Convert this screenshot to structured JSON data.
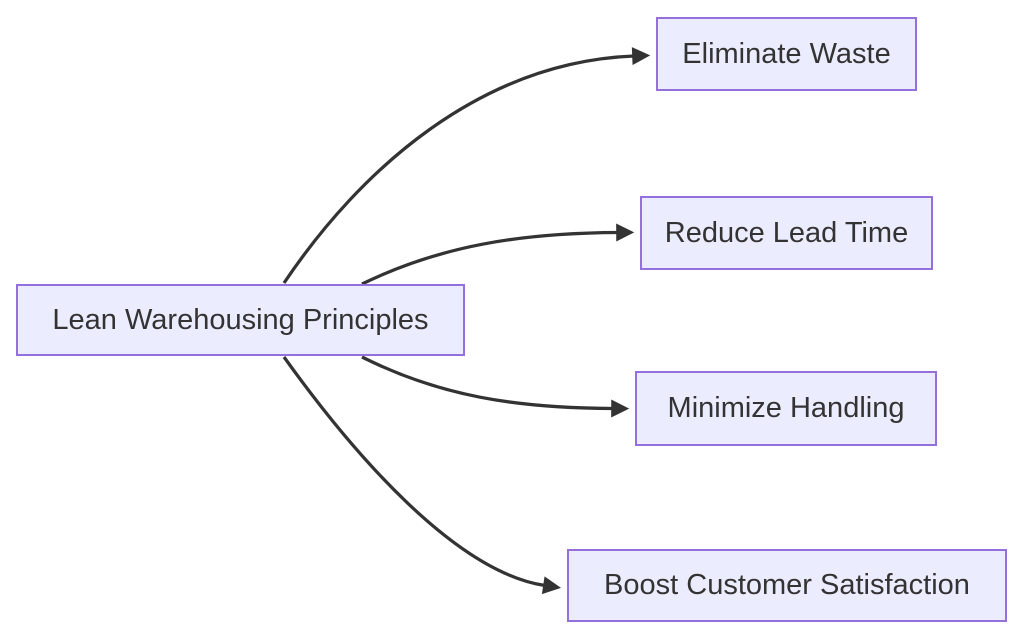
{
  "diagram": {
    "type": "flowchart",
    "direction": "left-to-right",
    "root": {
      "id": "root",
      "label": "Lean Warehousing Principles"
    },
    "children": [
      {
        "id": "waste",
        "label": "Eliminate Waste"
      },
      {
        "id": "lead",
        "label": "Reduce Lead Time"
      },
      {
        "id": "handle",
        "label": "Minimize Handling"
      },
      {
        "id": "boost",
        "label": "Boost Customer Satisfaction"
      }
    ],
    "edges": [
      {
        "from": "Lean Warehousing Principles",
        "to": "Eliminate Waste",
        "arrow": "filled-triangle"
      },
      {
        "from": "Lean Warehousing Principles",
        "to": "Reduce Lead Time",
        "arrow": "filled-triangle"
      },
      {
        "from": "Lean Warehousing Principles",
        "to": "Minimize Handling",
        "arrow": "filled-triangle"
      },
      {
        "from": "Lean Warehousing Principles",
        "to": "Boost Customer Satisfaction",
        "arrow": "filled-triangle"
      }
    ],
    "colors": {
      "node_fill": "#ECECFF",
      "node_border": "#9370DB",
      "text": "#333333",
      "edge": "#333333",
      "background": "#ffffff"
    }
  }
}
